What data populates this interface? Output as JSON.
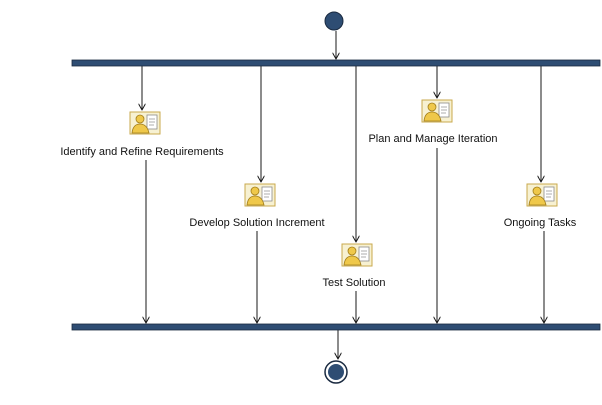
{
  "activities": [
    {
      "id": "identify",
      "label": "Identify and Refine Requirements"
    },
    {
      "id": "develop",
      "label": "Develop Solution Increment"
    },
    {
      "id": "test",
      "label": "Test Solution"
    },
    {
      "id": "plan",
      "label": "Plan and Manage Iteration"
    },
    {
      "id": "ongoing",
      "label": "Ongoing Tasks"
    }
  ],
  "colors": {
    "bar": "#2e4d73",
    "line": "#1a1a1a",
    "node_fill": "#2e4d73",
    "icon_frame": "#f7f1d2",
    "icon_border": "#c9a94c",
    "icon_person": "#efc84a"
  },
  "icons": {
    "activity": "task-activity-icon",
    "start": "initial-node",
    "end": "final-node"
  }
}
